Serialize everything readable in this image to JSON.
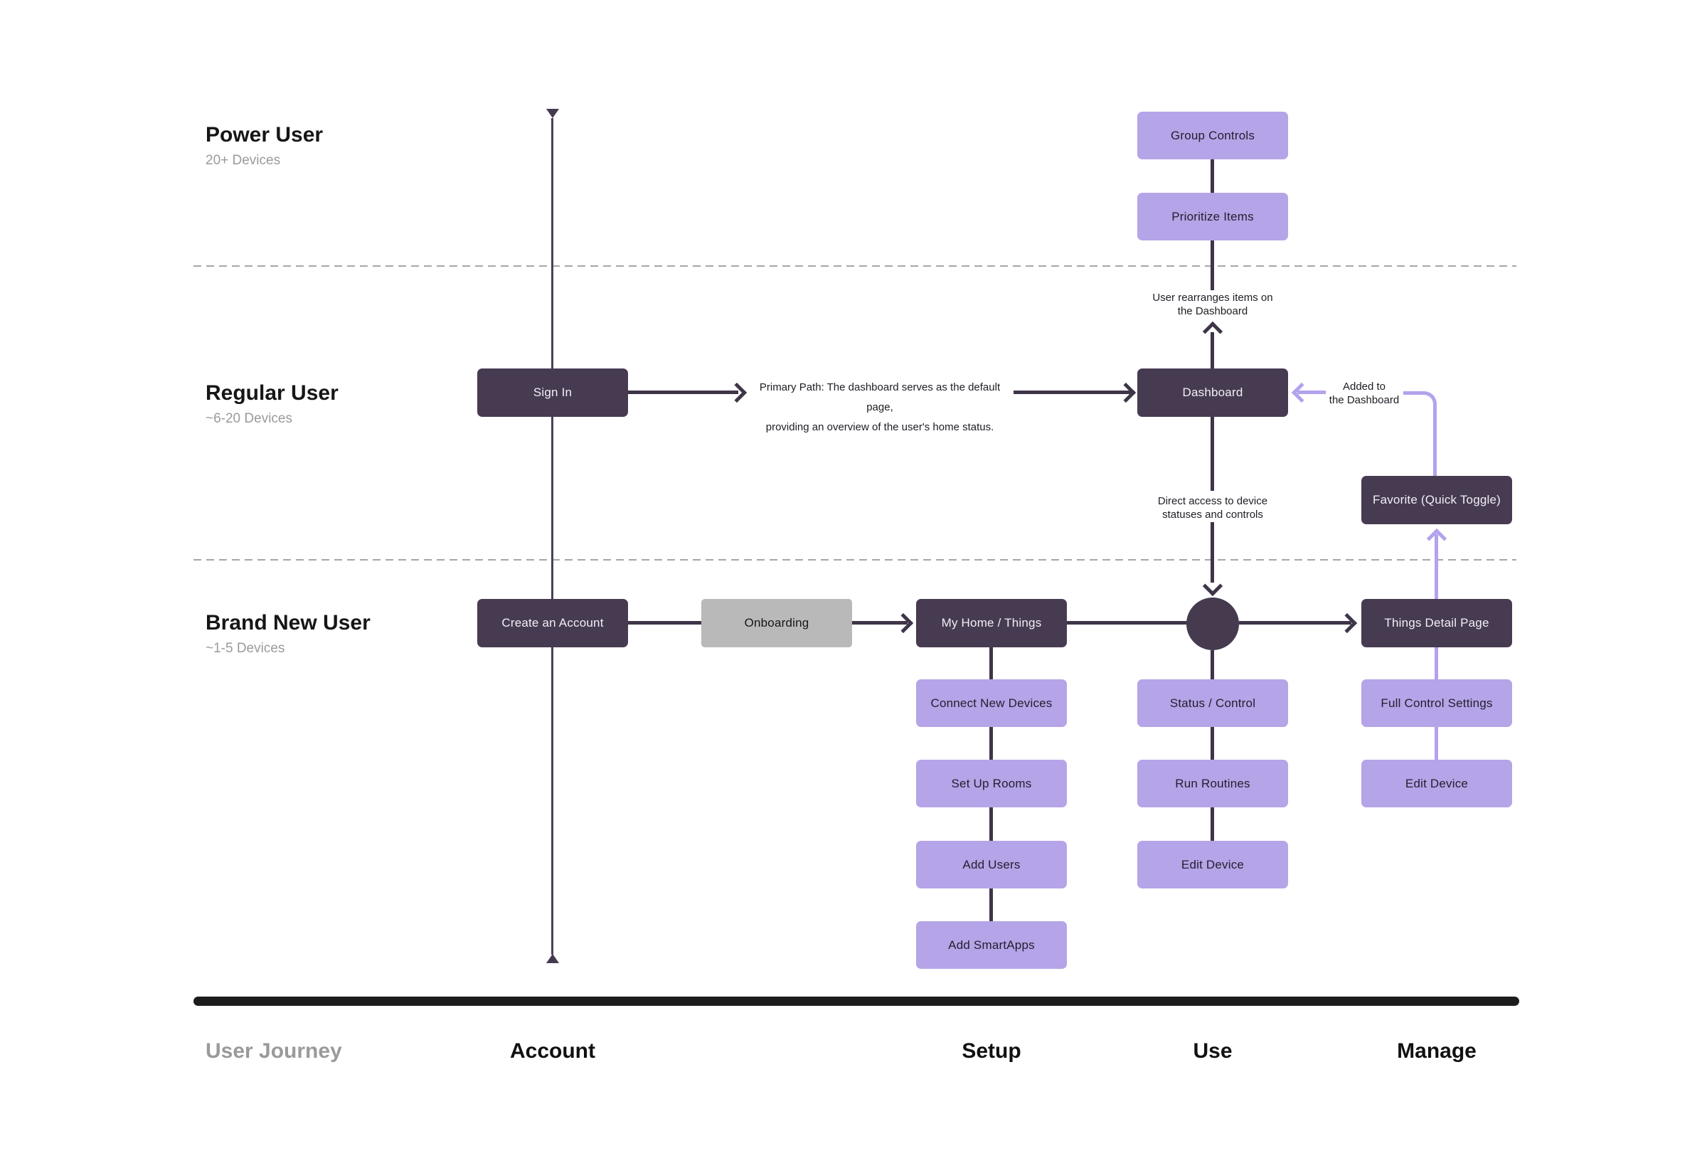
{
  "title": "User Journey",
  "lanes": [
    {
      "title": "Power User",
      "subtitle": "20+ Devices"
    },
    {
      "title": "Regular User",
      "subtitle": "~6-20 Devices"
    },
    {
      "title": "Brand New User",
      "subtitle": "~1-5 Devices"
    }
  ],
  "nodes": {
    "sign_in": "Sign In",
    "create_account": "Create an Account",
    "onboarding": "Onboarding",
    "my_home": "My Home / Things",
    "dashboard": "Dashboard",
    "group_controls": "Group Controls",
    "prioritize_items": "Prioritize Items",
    "favorite": "Favorite (Quick Toggle)",
    "things_detail": "Things Detail Page",
    "connect_new_devices": "Connect New Devices",
    "set_up_rooms": "Set Up Rooms",
    "add_users": "Add Users",
    "add_smartapps": "Add SmartApps",
    "status_control": "Status / Control",
    "run_routines": "Run Routines",
    "edit_device_use": "Edit Device",
    "full_control_settings": "Full Control Settings",
    "edit_device_manage": "Edit Device"
  },
  "annotations": {
    "primary_path": [
      "Primary Path: The dashboard serves as the default page,",
      "providing an overview of the user's home status."
    ],
    "rearrange": [
      "User rearranges items on",
      "the Dashboard"
    ],
    "direct_access": [
      "Direct access to device",
      "statuses and controls"
    ],
    "added": [
      "Added to",
      "the Dashboard"
    ]
  },
  "footer": {
    "legend": "User Journey",
    "stages": [
      "Account",
      "Setup",
      "Use",
      "Manage"
    ]
  },
  "colors": {
    "dark": "#473b52",
    "dark2": "#453a4e",
    "conn": "#3f3549",
    "lav": "#b3a2ec",
    "lightbox": "#b5a4e7",
    "graybox": "#b9b9b9",
    "dash": "#a6a6a6",
    "bar": "#1c1c1c",
    "muted": "#9a9a9a"
  }
}
